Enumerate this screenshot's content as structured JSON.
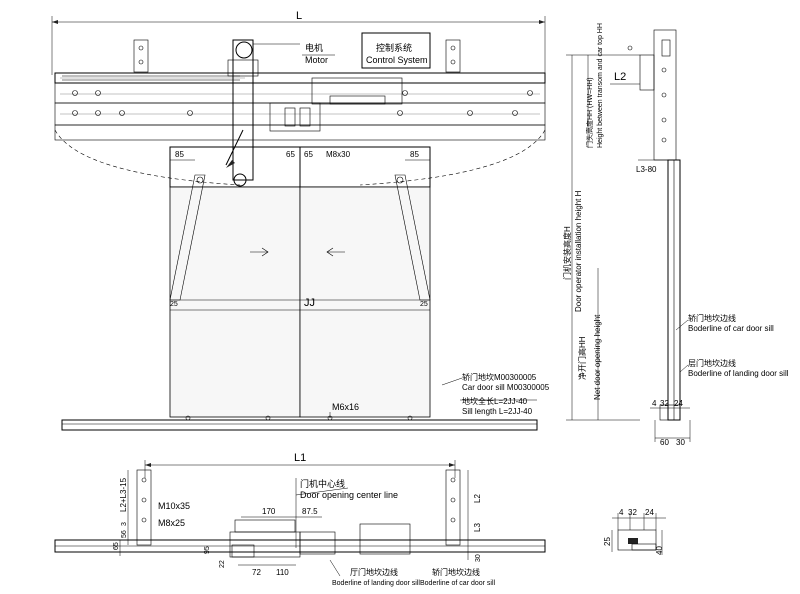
{
  "front_view": {
    "dim_L": "L",
    "motor_cn": "电机",
    "motor_en": "Motor",
    "control_cn": "控制系统",
    "control_en": "Control System",
    "dim_85_left": "85",
    "dim_65_left": "65",
    "dim_65_right": "65",
    "dim_m8x30": "M8x30",
    "dim_85_right": "85",
    "dim_jj": "JJ",
    "dim_25_left": "25",
    "dim_25_right": "25",
    "bolt_m6x16": "M6x16",
    "sill_cn": "轿门地坎M00300005",
    "sill_en": "Car door sill M00300005",
    "sill_len_cn": "地坎全长L=2JJ-40",
    "sill_len_en": "Sill length L=2JJ-40"
  },
  "side_view": {
    "dim_hh_cn": "门头高度HH (HW=HH)",
    "dim_hh_en": "Height between transom and car top HH",
    "dim_l2": "L2",
    "dim_l3_80": "L3-80",
    "install_h_cn": "门机安装高度H",
    "install_h_en": "Door operator installation height H",
    "net_h_cn": "净开门高HH",
    "net_h_en": "Net door opening height",
    "car_sill_cn": "轿门地坎边线",
    "car_sill_en": "Boderline of car door sill",
    "landing_sill_cn": "层门地坎边线",
    "landing_sill_en": "Boderline of landing door sill",
    "dim_4": "4",
    "dim_32": "32",
    "dim_24": "24",
    "dim_60": "60",
    "dim_30": "30"
  },
  "top_view": {
    "dim_l1": "L1",
    "dim_l2_l3_15": "L2+L3-15",
    "dim_3": "3",
    "dim_56": "56",
    "dim_65": "65",
    "m10x35": "M10x35",
    "m8x25": "M8x25",
    "center_cn": "门机中心线",
    "center_en": "Door opening center line",
    "dim_170": "170",
    "dim_87_5": "87.5",
    "dim_95": "95",
    "dim_22": "22",
    "dim_72": "72",
    "dim_110": "110",
    "landing_cn": "厅门地坎边线",
    "landing_en": "Boderline of landing door sill",
    "car_cn": "轿门地坎边线",
    "car_en": "Boderline of car door sill",
    "dim_l2": "L2",
    "dim_l3": "L3",
    "dim_30": "30"
  },
  "sill_detail": {
    "dim_4": "4",
    "dim_32": "32",
    "dim_24": "24",
    "dim_25": "25",
    "dim_40": "40"
  }
}
